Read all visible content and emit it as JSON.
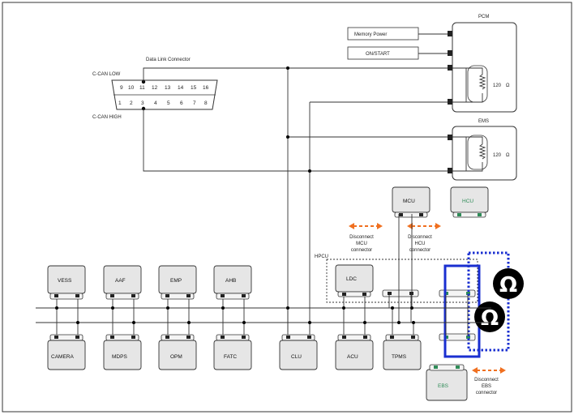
{
  "connector": {
    "title": "Data Link Connector",
    "can_low": "C-CAN LOW",
    "can_high": "C-CAN HIGH",
    "top_pins": [
      "9",
      "10",
      "11",
      "12",
      "13",
      "14",
      "15",
      "16"
    ],
    "bottom_pins": [
      "1",
      "2",
      "3",
      "4",
      "5",
      "6",
      "7",
      "8"
    ]
  },
  "pcm": {
    "name": "PCM",
    "resistor": "120",
    "unit": "Ω",
    "inputs": [
      "Memory Power",
      "ON/START"
    ]
  },
  "ems": {
    "name": "EMS",
    "resistor": "120",
    "unit": "Ω"
  },
  "mid_modules": {
    "mcu": "MCU",
    "hcu": "HCU"
  },
  "notes": {
    "mcu": [
      "Disconnect",
      "MCU",
      "connector"
    ],
    "hcu": [
      "Disconnect",
      "HCU",
      "connector"
    ],
    "ebs": [
      "Disconnect",
      "EBS",
      "connector"
    ]
  },
  "hpcu": {
    "label": "HPCU",
    "ldc": "LDC"
  },
  "top_row": [
    "VESS",
    "AAF",
    "EMP",
    "AHB"
  ],
  "bottom_row": [
    "CAMERA",
    "MDPS",
    "OPM",
    "FATC",
    "CLU",
    "ACU",
    "TPMS"
  ],
  "ebs": "EBS",
  "colors": {
    "accent_orange": "#f07020",
    "meter_blue": "#1a2fd0",
    "ohm_badge": "#000000",
    "green_text": "#2e8b57"
  }
}
